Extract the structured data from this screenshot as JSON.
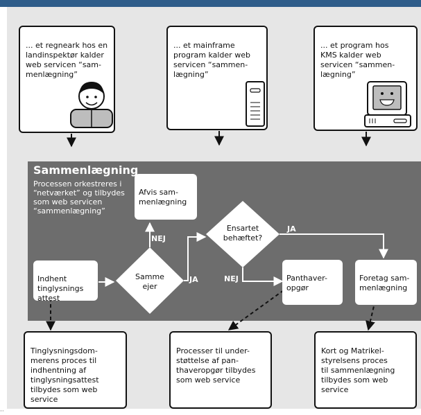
{
  "top_boxes": [
    "... et regneark hos en\nlandinspektør kalder\nweb servicen “sam-\nmenlægning”",
    "... et mainframe\nprogram kalder web\nservicen “sammen-\nlægning”",
    "... et program hos\nKMS kalder web\nservicen “sammen-\nlægning”"
  ],
  "panel": {
    "title": "Sammenlægning",
    "description": "Processen orkestreres i\n“netværket” og tilbydes\nsom web servicen\n“sammenlægning”"
  },
  "nodes": {
    "indhent": "Indhent\ntinglysnings\nattest",
    "afvis": "Afvis sam-\nmenlægning",
    "samme_ejer": "Samme\nejer",
    "ensartet": "Ensartet\nbehæftet?",
    "panthaver": "Panthaver-\nopgør",
    "foretag": "Foretag sam-\nmenlægning"
  },
  "edge_labels": {
    "nej_up": "NEJ",
    "ja_samme": "JA",
    "ja_ensartet": "JA",
    "nej_ensartet": "NEJ"
  },
  "bottom_boxes": [
    "Tinglysningsdom-\nmerens proces til\nindhentning af\ntinglysningsattest\ntilbydes som web\nservice",
    "Processer til under-\nstøttelse af pan-\nthaveropgør tilbydes\nsom web service",
    "Kort og Matrikel-\nstyrelsens proces\ntil sammenlægning\ntilbydes som web\nservice"
  ],
  "icons": [
    "person-icon",
    "server-tower-icon",
    "computer-terminal-icon"
  ],
  "colors": {
    "top_bar": "#2f5d8a",
    "background": "#e6e6e6",
    "panel": "#6d6d6d"
  }
}
